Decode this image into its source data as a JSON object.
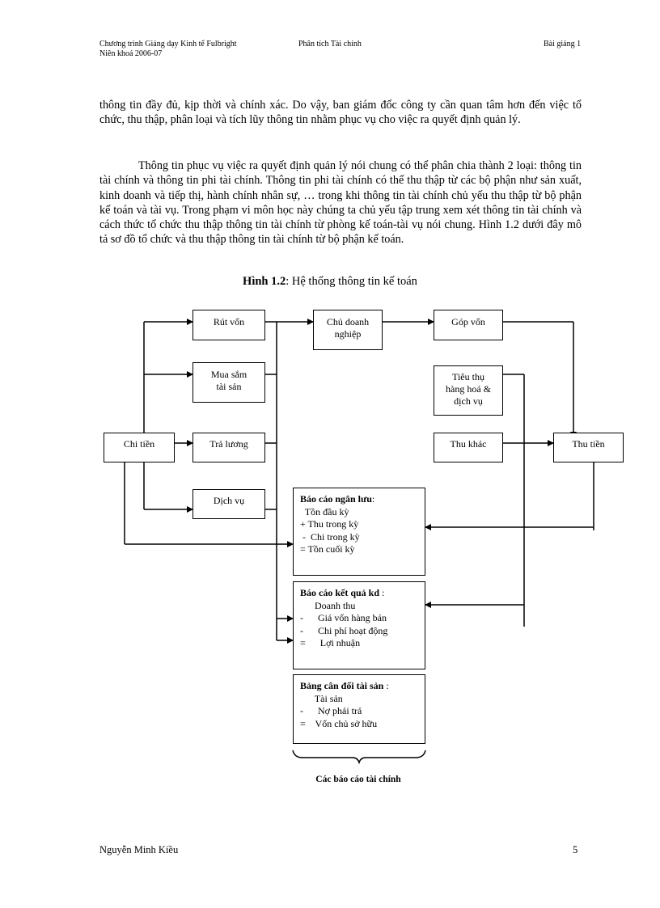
{
  "header": {
    "program": "Chương trình Giảng dạy Kinh tế Fulbright",
    "year": "Niên khoá 2006-07",
    "subject": "Phân tích Tài chính",
    "lecture": "Bài giảng 1"
  },
  "body": {
    "para1": "thông tin đầy đủ, kịp thời và chính xác. Do vậy, ban giám đốc công ty cần quan tâm hơn đến việc tổ chức, thu thập, phân loại và tích lũy thông tin nhằm phục vụ cho việc ra quyết định quản lý.",
    "para2": "Thông tin phục vụ việc ra quyết định quản lý nói chung có thể phân chia thành 2 loại: thông tin tài chính và thông tin phi tài chính. Thông tin phi tài chính có thể thu thập từ các bộ phận như sản xuất, kinh doanh và tiếp thị, hành chính nhân sự, … trong khi thông tin tài chính chủ yếu thu thập từ bộ phận kế toán và tài vụ. Trong phạm vi môn học này chúng ta chủ yếu tập trung xem xét thông tin tài chính và cách thức tổ chức thu thập thông tin tài chính từ phòng kế toán-tài vụ nói chung. Hình 1.2 dưới đây mô tả sơ đồ tổ chức và thu thập thông tin tài chính từ bộ phận kế toán."
  },
  "figure": {
    "caption_label": "Hình 1.2",
    "caption_text": ": Hệ thống thông tin kế toán",
    "boxes": {
      "rut_von": "Rút vốn",
      "chu_dn_1": "Chủ doanh",
      "chu_dn_2": "nghiệp",
      "gop_von": "Góp vốn",
      "mua_sam_1": "Mua sắm",
      "mua_sam_2": "tài sản",
      "tieu_thu_1": "Tiêu thụ",
      "tieu_thu_2": "hàng hoá &",
      "tieu_thu_3": "dịch vụ",
      "chi_tien": "Chi tiền",
      "tra_luong": "Trả lương",
      "thu_khac": "Thu khác",
      "thu_tien": "Thu tiền",
      "dich_vu": "Dịch vụ"
    },
    "cashflow_report": {
      "title": "Báo cáo ngân lưu",
      "title_suffix": ":",
      "lines": [
        "  Tồn đầu kỳ",
        "+ Thu trong kỳ",
        " -  Chi trong kỳ",
        "= Tồn cuối kỳ"
      ]
    },
    "income_report": {
      "title": "Báo cáo kết quả kd",
      "title_suffix": " :",
      "lines": [
        "      Doanh thu",
        "-      Giá vốn hàng bán",
        "-      Chi phí hoạt động",
        "=      Lợi nhuận"
      ]
    },
    "balance_sheet": {
      "title": "Bảng cân đối tài sản",
      "title_suffix": " :",
      "lines": [
        "      Tài sản",
        "-      Nợ phải trả",
        "=    Vốn chủ sở hữu"
      ]
    },
    "financial_reports_label": "Các báo cáo tài chính"
  },
  "footer": {
    "author": "Nguyễn Minh Kiều",
    "page_number": "5"
  }
}
